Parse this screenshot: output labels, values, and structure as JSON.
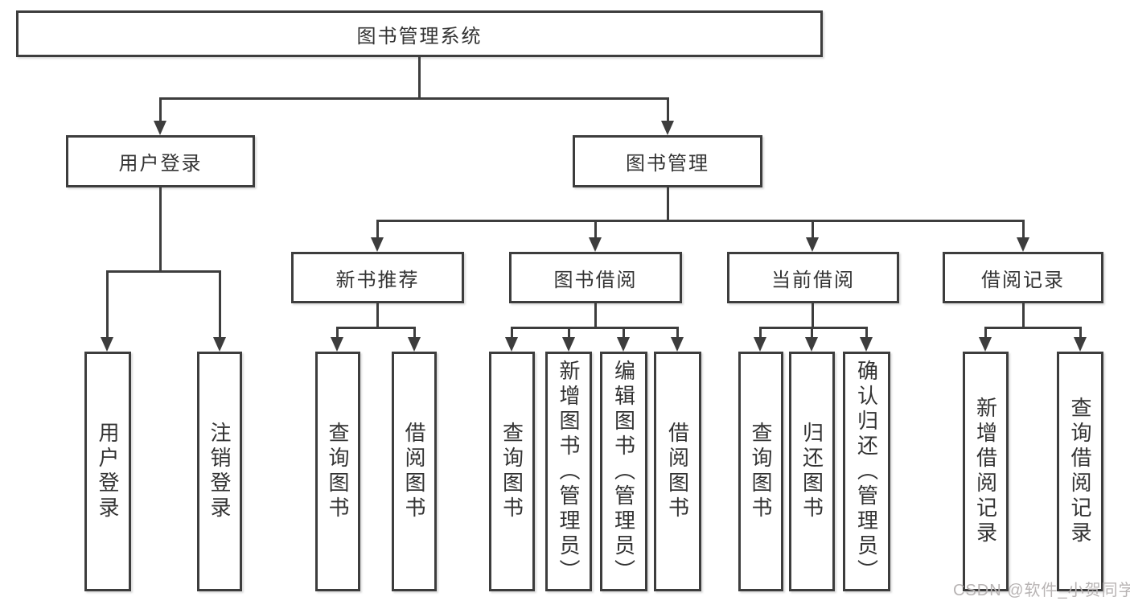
{
  "tree": {
    "root": "图书管理系统",
    "branches": [
      {
        "label": "用户登录",
        "children": [
          "用户登录",
          "注销登录"
        ]
      },
      {
        "label": "图书管理",
        "children": [
          {
            "label": "新书推荐",
            "children": [
              "查询图书",
              "借阅图书"
            ]
          },
          {
            "label": "图书借阅",
            "children": [
              "查询图书",
              "新增图书（管理员）",
              "编辑图书（管理员）",
              "借阅图书"
            ]
          },
          {
            "label": "当前借阅",
            "children": [
              "查询图书",
              "归还图书",
              "确认归还（管理员）"
            ]
          },
          {
            "label": "借阅记录",
            "children": [
              "新增借阅记录",
              "查询借阅记录"
            ]
          }
        ]
      }
    ]
  },
  "watermark": "CSDN @软件_小贺同学",
  "colors": {
    "line": "#3d3d3d",
    "text": "#333333",
    "watermark": "#b8b4b4",
    "background": "#ffffff"
  }
}
